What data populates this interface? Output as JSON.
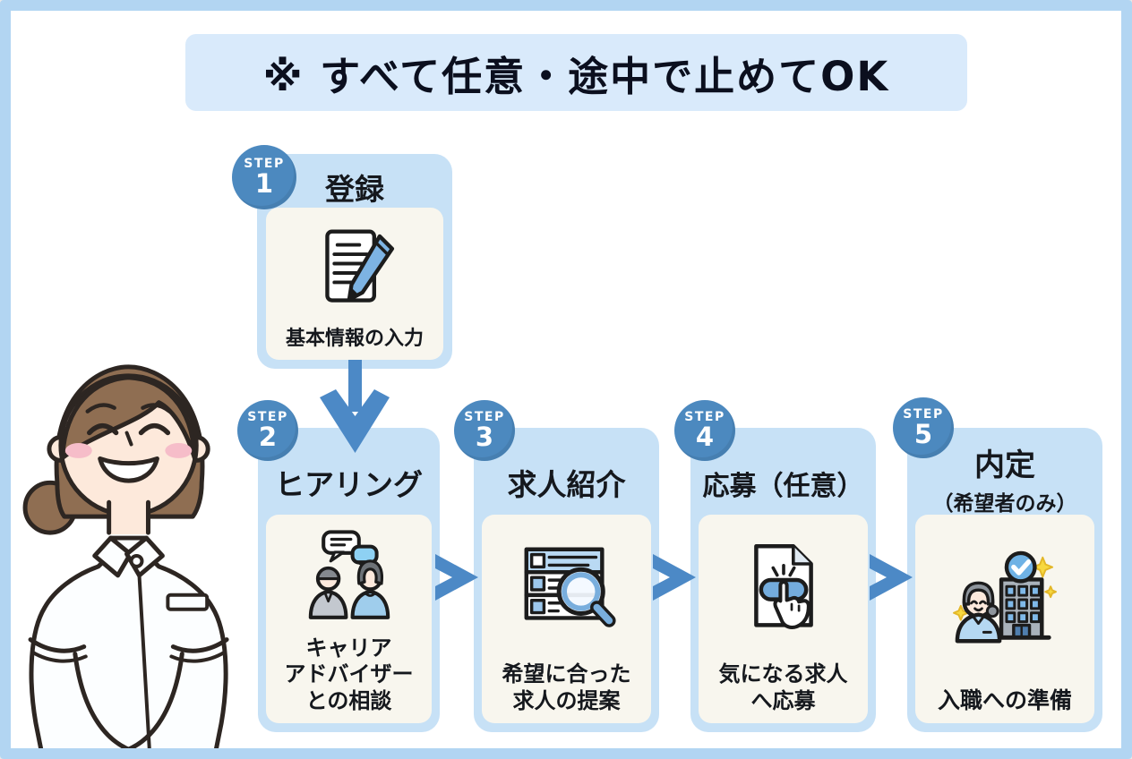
{
  "banner": {
    "text": "※ すべて任意・途中で止めてOK"
  },
  "badge_label": "STEP",
  "steps": [
    {
      "number": "1",
      "title": "登録",
      "caption_lines": [
        "基本情報の入力"
      ],
      "icon": "registration-document-icon"
    },
    {
      "number": "2",
      "title": "ヒアリング",
      "caption_lines": [
        "キャリア",
        "アドバイザー",
        "との相談"
      ],
      "icon": "career-consultation-icon"
    },
    {
      "number": "3",
      "title": "求人紹介",
      "caption_lines": [
        "希望に合った",
        "求人の提案"
      ],
      "icon": "job-search-icon"
    },
    {
      "number": "4",
      "title": "応募（任意）",
      "caption_lines": [
        "気になる求人",
        "へ応募"
      ],
      "icon": "apply-click-icon"
    },
    {
      "number": "5",
      "title": "内定",
      "subtitle": "（希望者のみ）",
      "caption_lines": [
        "入職への準備"
      ],
      "icon": "offer-building-icon"
    }
  ],
  "colors": {
    "frame": "#b2d5f2",
    "banner_bg": "#d9eafb",
    "card_bg": "#c7e1f6",
    "panel_bg": "#f8f6ee",
    "badge_bg": "#4c89bf",
    "arrow_blue": "#4c89c6",
    "icon_blue": "#74acdd",
    "text_dark": "#15181d"
  }
}
